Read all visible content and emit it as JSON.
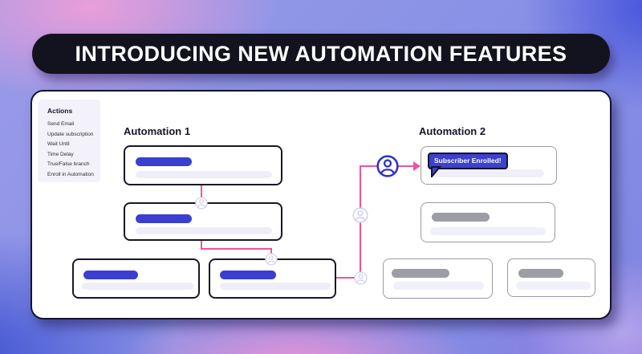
{
  "banner": {
    "title": "INTRODUCING NEW AUTOMATION FEATURES"
  },
  "sidebar": {
    "heading": "Actions",
    "items": [
      "Send Email",
      "Update subscription",
      "Wait Until",
      "Time Delay",
      "True/False branch",
      "Enroll in Automation"
    ]
  },
  "automation1": {
    "label": "Automation 1"
  },
  "automation2": {
    "label": "Automation 2",
    "bubble_text": "Subscriber Enrolled!"
  },
  "icons": {
    "person": "person-circle-icon"
  },
  "colors": {
    "banner_bg": "#13131f",
    "accent_blue": "#3a3fd1",
    "bubble_blue": "#3c41d0",
    "connector_pink": "#ef539f",
    "box_border_dark": "#17172b",
    "box_border_gray": "#9a9aaa",
    "placeholder_light": "#eeeefa",
    "placeholder_gray": "#9d9da5",
    "person_icon_blue": "#2d33c4",
    "person_icon_light": "#d5d5ec"
  }
}
